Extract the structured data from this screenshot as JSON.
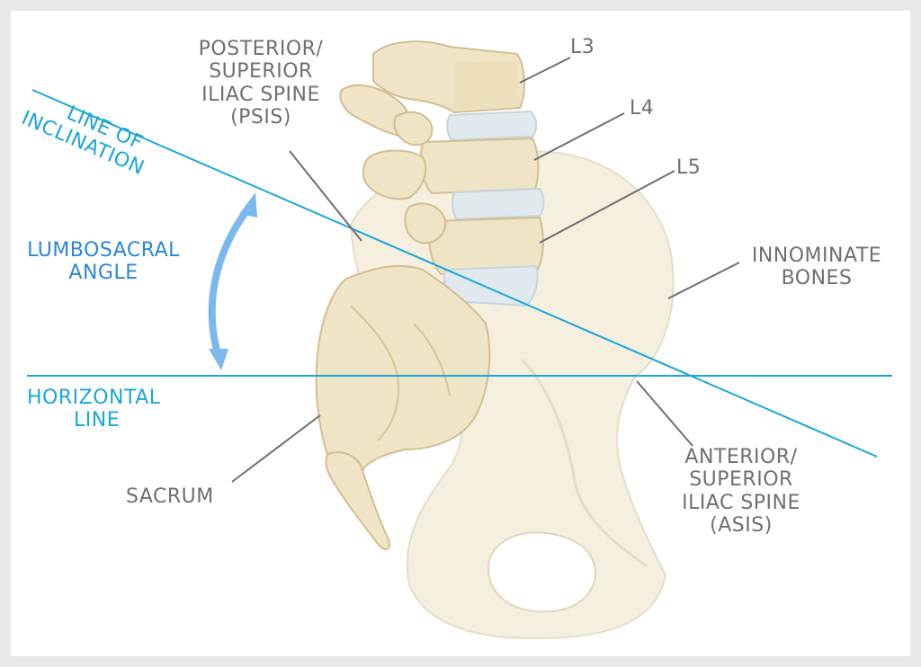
{
  "labels": {
    "l3": "L3",
    "l4": "L4",
    "l5": "L5",
    "psis": [
      "POSTERIOR/",
      "SUPERIOR",
      "ILIAC SPINE",
      "(PSIS)"
    ],
    "line_of_inclination": [
      "LINE OF",
      "INCLINATION"
    ],
    "lumbosacral_angle": [
      "LUMBOSACRAL",
      "ANGLE"
    ],
    "horizontal_line": [
      "HORIZONTAL",
      "LINE"
    ],
    "sacrum": "SACRUM",
    "innominate_bones": [
      "INNOMINATE",
      "BONES"
    ],
    "asis": [
      "ANTERIOR/",
      "SUPERIOR",
      "ILIAC SPINE",
      "(ASIS)"
    ]
  },
  "colors": {
    "bone": "#efe4c6",
    "bone_shade": "#dccaa0",
    "pelvis": "#f4eedd",
    "disc": "#dfe9ee",
    "reference_line": "#1aa6d8",
    "angle_arrow": "#7ab8ee",
    "leader_line": "#6f6f6f",
    "label_gray": "#6f6f6f",
    "label_blue": "#1aa6d8",
    "label_deep_blue": "#2b86d6"
  }
}
